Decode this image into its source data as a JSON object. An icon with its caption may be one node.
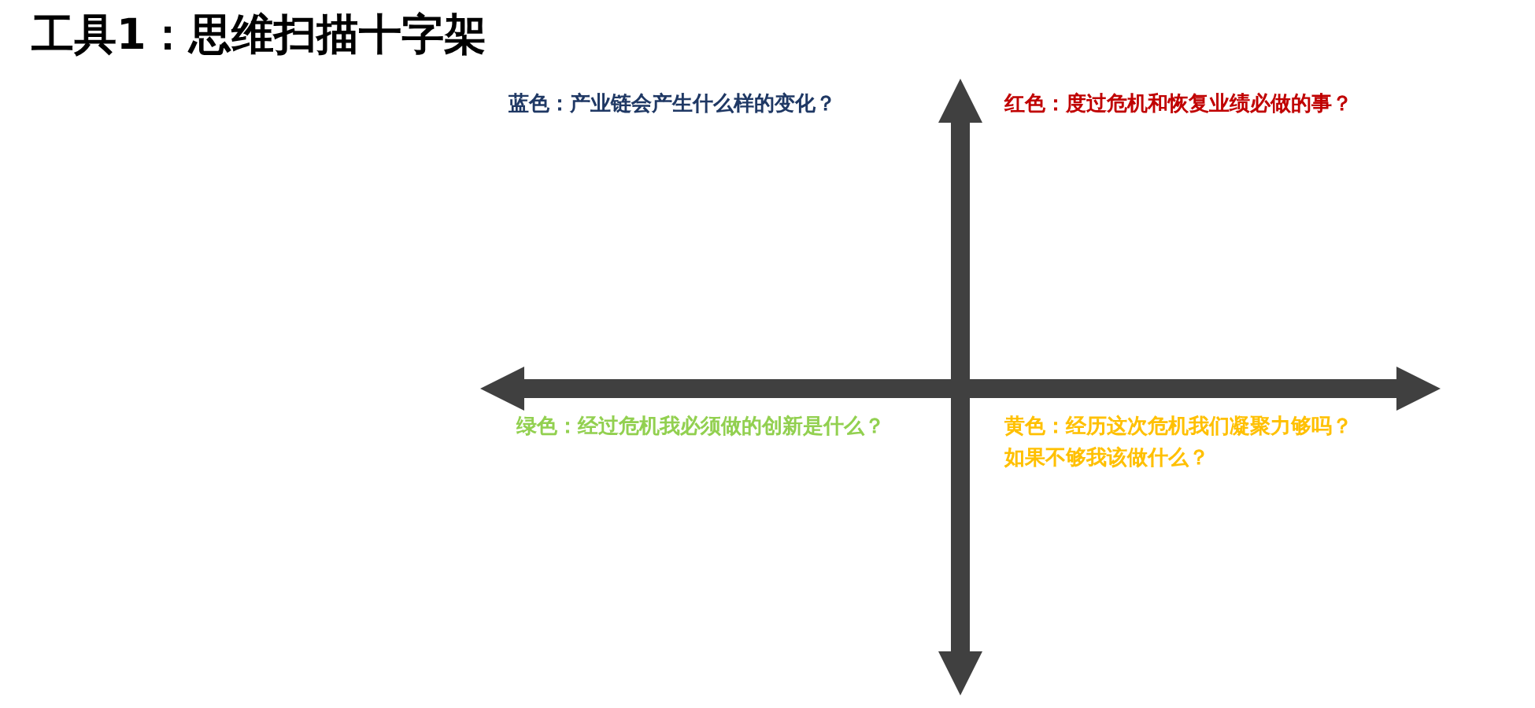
{
  "diagram": {
    "title": "工具1：思维扫描十字架",
    "labels": [
      "蓝色：产业链会产生什么样的变化？",
      "红色：度过危机和恢复业绩必做的事？",
      "绿色：经过危机我必须做的创新是什么？",
      "黄色：经历这次危机我们凝聚力够吗？如果不够我该做什么？"
    ]
  }
}
